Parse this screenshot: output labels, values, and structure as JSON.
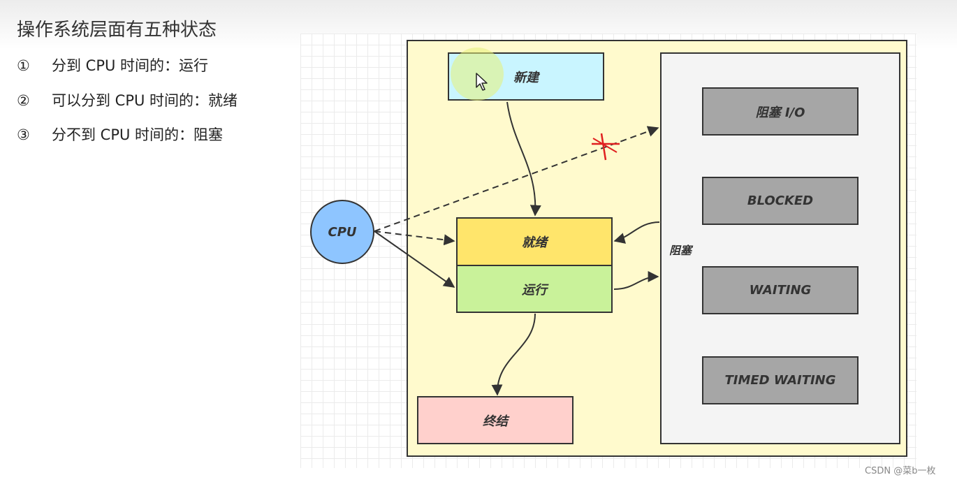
{
  "slide": {
    "title": "操作系统层面有五种状态",
    "bullets": [
      {
        "marker": "①",
        "text": "分到 CPU 时间的：运行"
      },
      {
        "marker": "②",
        "text": "可以分到 CPU 时间的：就绪"
      },
      {
        "marker": "③",
        "text": "分不到 CPU 时间的：阻塞"
      }
    ]
  },
  "diagram": {
    "cpu": "CPU",
    "states": {
      "new": "新建",
      "ready": "就绪",
      "running": "运行",
      "terminated": "终结",
      "blocked_group": "阻塞"
    },
    "blocked_substates": [
      "阻塞 I/O",
      "BLOCKED",
      "WAITING",
      "TIMED WAITING"
    ],
    "colors": {
      "new": "#c9f5ff",
      "ready": "#ffe56b",
      "running": "#c9f29a",
      "terminated": "#ffd0cc",
      "outer": "#fffacd",
      "blocked_group": "#f4f4f4",
      "blocked_substate": "#a6a6a6",
      "cpu": "#8ec5ff",
      "invalid_mark": "#e02020"
    }
  },
  "watermark": "CSDN @菜b一枚"
}
